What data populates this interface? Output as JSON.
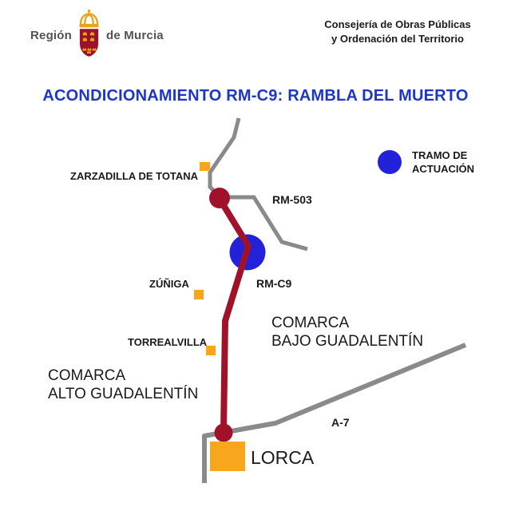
{
  "header": {
    "logo_text_left": "Región",
    "logo_text_right": "de Murcia",
    "department": {
      "line1": "Consejería de Obras Públicas",
      "line2": "y Ordenación del Territorio"
    }
  },
  "title": "ACONDICIONAMIENTO RM-C9: RAMBLA DEL MUERTO",
  "legend": {
    "line1": "TRAMO DE",
    "line2": "ACTUACIÓN"
  },
  "map": {
    "towns": {
      "zarzadilla": "ZARZADILLA DE TOTANA",
      "zuniga": "ZÚÑIGA",
      "torrealvilla": "TORREALVILLA",
      "lorca": "LORCA"
    },
    "roads": {
      "rm503": "RM-503",
      "rmc9": "RM-C9",
      "a7": "A-7"
    },
    "regions": {
      "bajo_line1": "COMARCA",
      "bajo_line2": "BAJO GUADALENTÍN",
      "alto_line1": "COMARCA",
      "alto_line2": "ALTO GUADALENTÍN"
    }
  },
  "colors": {
    "title_blue": "#1c36c8",
    "actuation_blue": "#2222db",
    "route_red": "#a0122a",
    "shield_red": "#9c1127",
    "crown_gold": "#eba21b",
    "road_gray": "#8a8a8a",
    "town_orange": "#f8a71d",
    "logo_text_gray": "#535353"
  }
}
